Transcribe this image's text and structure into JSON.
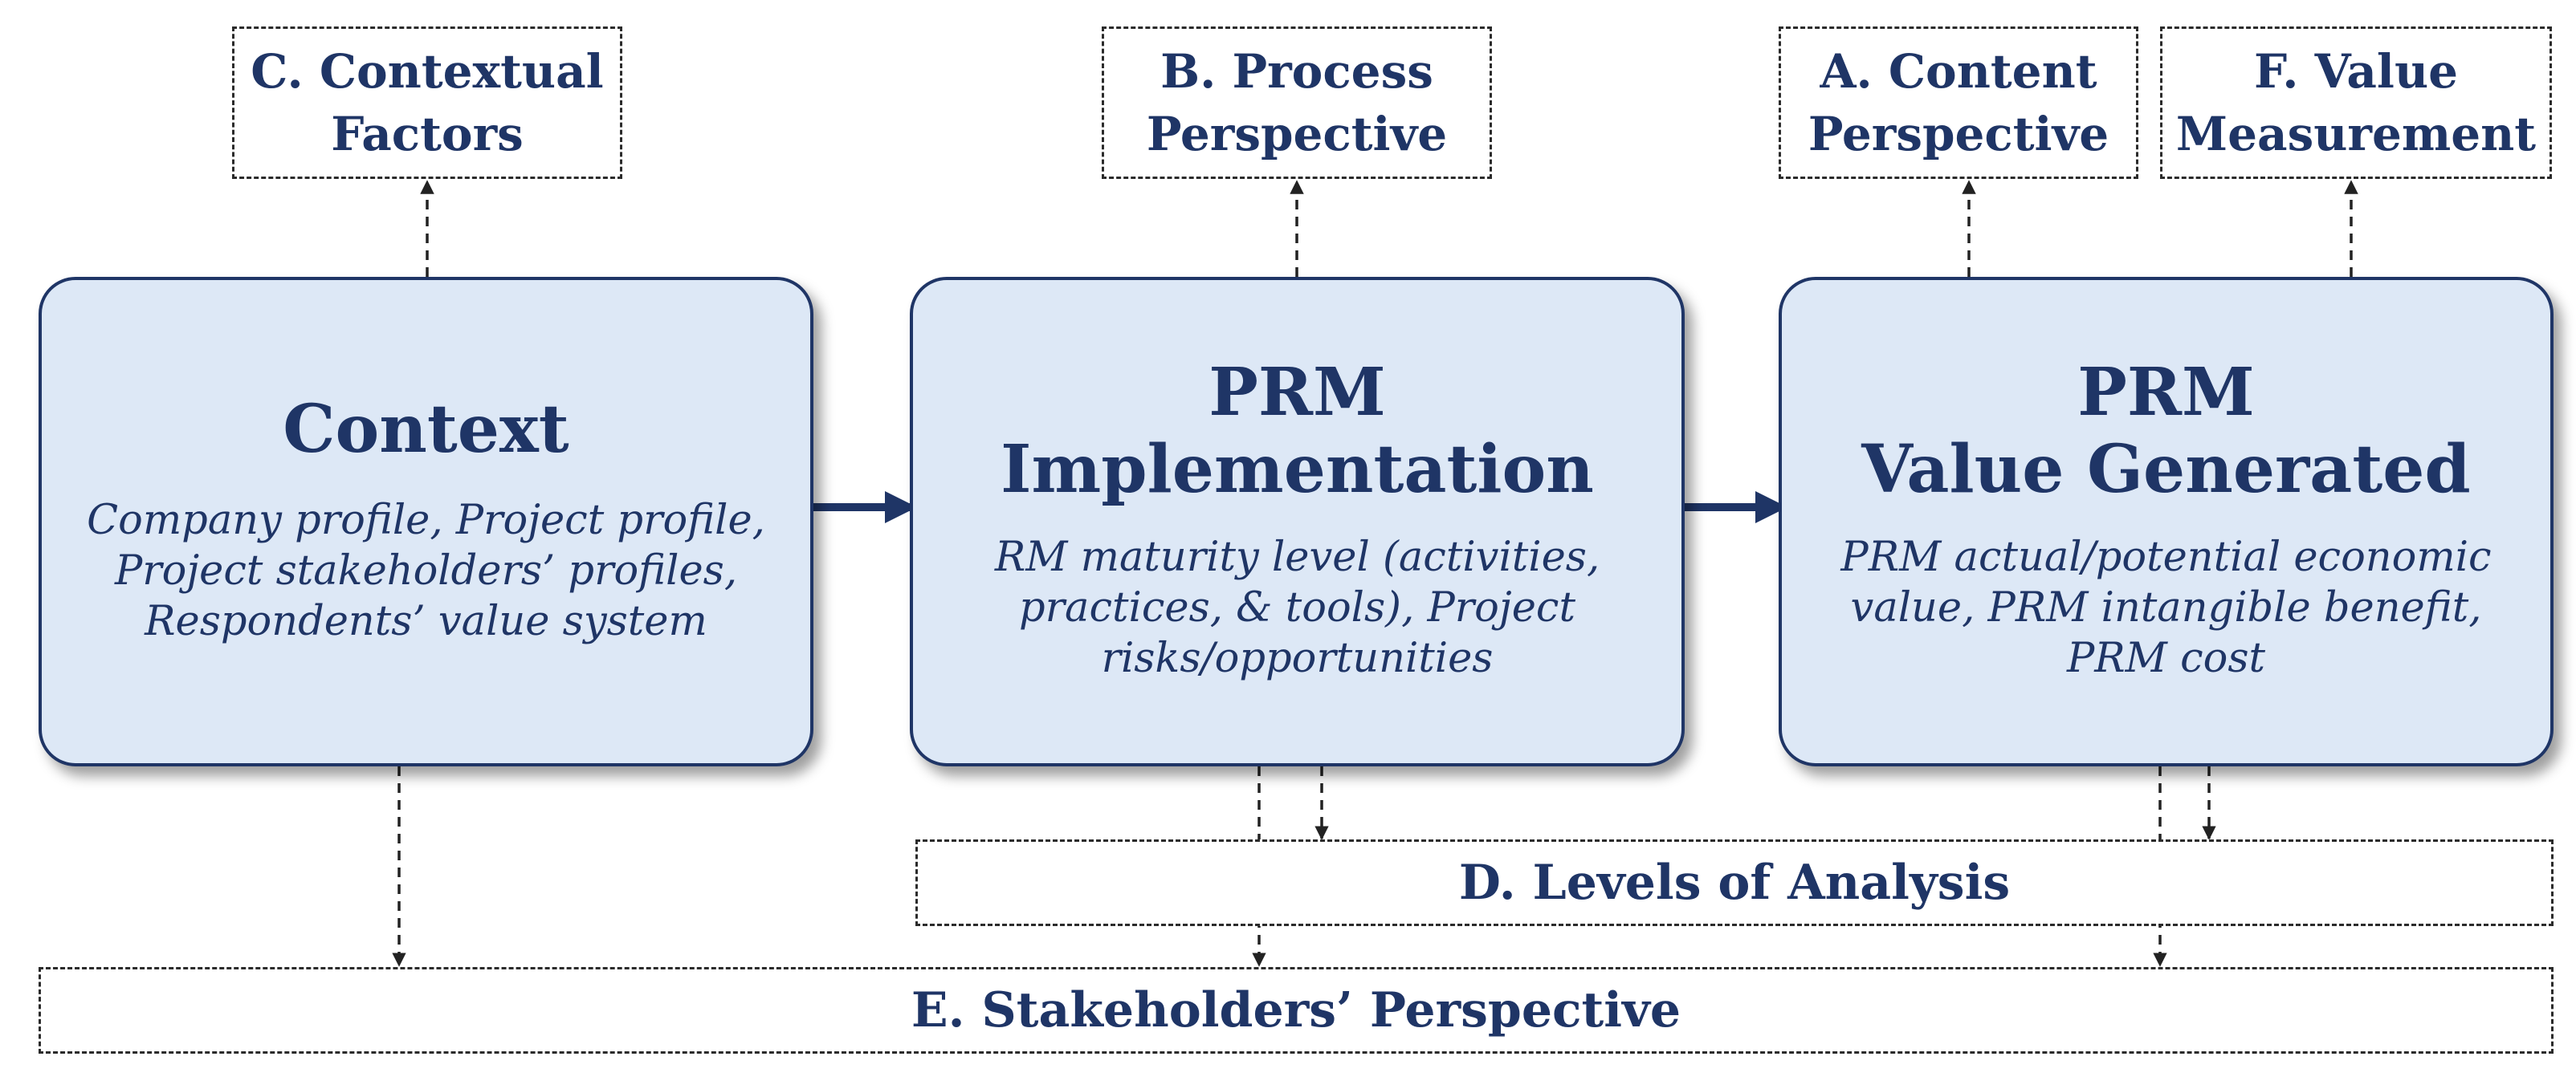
{
  "top_boxes": {
    "contextual_factors": {
      "line1": "C. Contextual",
      "line2": "Factors"
    },
    "process_perspective": {
      "line1": "B. Process",
      "line2": "Perspective"
    },
    "content_perspective": {
      "line1": "A. Content",
      "line2": "Perspective"
    },
    "value_measurement": {
      "line1": "F. Value",
      "line2": "Measurement"
    }
  },
  "main_boxes": {
    "context": {
      "title": "Context",
      "desc": [
        "Company profile, Project profile,",
        "Project stakeholders’ profiles,",
        "Respondents’ value system"
      ]
    },
    "implementation": {
      "title": [
        "PRM",
        "Implementation"
      ],
      "desc": [
        "RM maturity  level (activities,",
        "practices, & tools), Project",
        "risks/opportunities"
      ]
    },
    "value_generated": {
      "title": [
        "PRM",
        "Value Generated"
      ],
      "desc": [
        "PRM actual/potential economic",
        "value, PRM intangible benefit,",
        "PRM cost"
      ]
    }
  },
  "bottom_boxes": {
    "levels_of_analysis": "D. Levels of Analysis",
    "stakeholders_perspective": "E. Stakeholders’ Perspective"
  },
  "colors": {
    "box_fill": "#dde8f6",
    "border_navy": "#1f3566",
    "text_navy": "#1f3566",
    "dashed_connector": "#222222"
  }
}
